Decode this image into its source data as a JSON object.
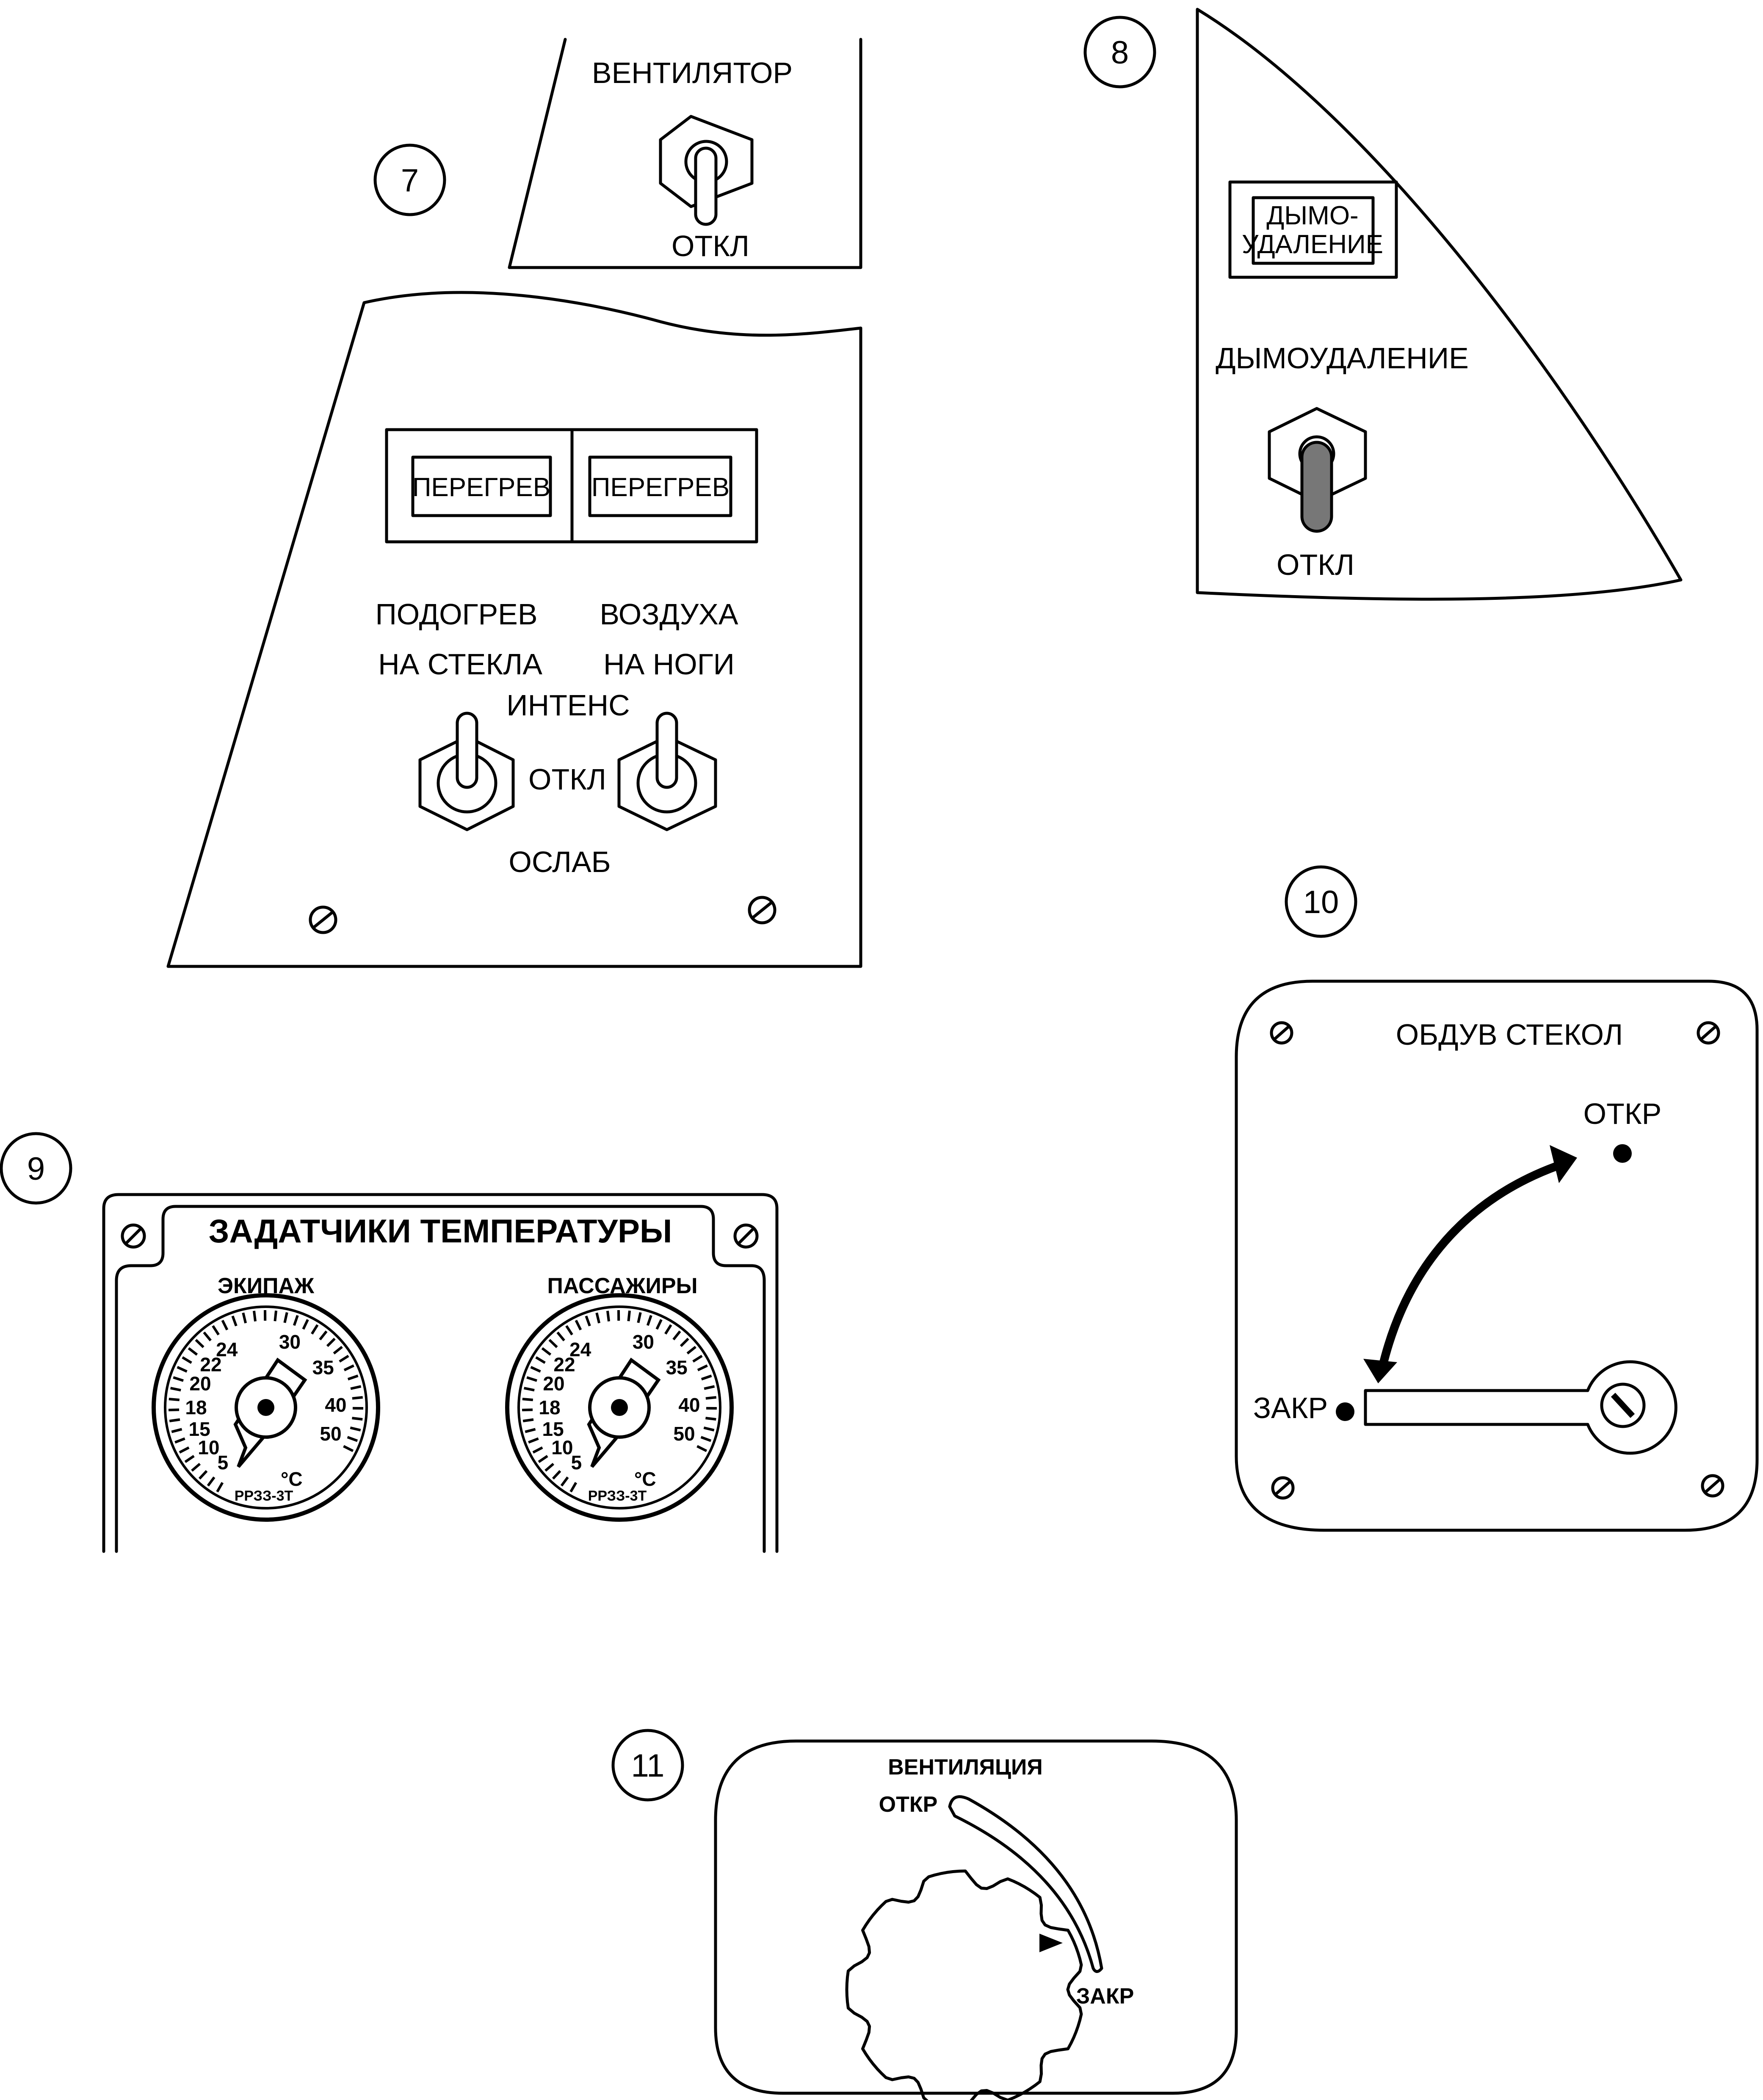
{
  "colors": {
    "ink": "#000000",
    "paper": "#ffffff"
  },
  "callouts": {
    "c7": "7",
    "c8": "8",
    "c9": "9",
    "c10": "10",
    "c11": "11"
  },
  "fan_panel": {
    "title": "ВЕНТИЛЯТОР",
    "switch_off": "ОТКЛ"
  },
  "heating_panel": {
    "lamp_left": "ПЕРЕГРЕВ",
    "lamp_right": "ПЕРЕГРЕВ",
    "caption_line1_left": "ПОДОГРЕВ",
    "caption_line1_right": "ВОЗДУХА",
    "caption_line2_left": "НА СТЕКЛА",
    "caption_line2_right": "НА НОГИ",
    "pos_intense": "ИНТЕНС",
    "pos_off": "ОТКЛ",
    "pos_weak": "ОСЛАБ"
  },
  "smoke_panel": {
    "lamp_line1": "ДЫМО-",
    "lamp_line2": "УДАЛЕНИЕ",
    "label": "ДЫМОУДАЛЕНИЕ",
    "switch_off": "ОТКЛ"
  },
  "temperature_panel": {
    "title": "ЗАДАТЧИКИ ТЕМПЕРАТУРЫ",
    "dial_left_label": "ЭКИПАЖ",
    "dial_right_label": "ПАССАЖИРЫ",
    "scale_ticks": [
      "5",
      "10",
      "15",
      "18",
      "20",
      "22",
      "24",
      "30",
      "35",
      "40",
      "50"
    ],
    "unit": "°C",
    "model": "РРЗЗ-3Т"
  },
  "windshield_panel": {
    "title": "ОБДУВ СТЕКОЛ",
    "open": "ОТКР",
    "closed": "ЗАКР"
  },
  "vent_panel": {
    "title": "ВЕНТИЛЯЦИЯ",
    "open": "ОТКР",
    "closed": "ЗАКР"
  }
}
